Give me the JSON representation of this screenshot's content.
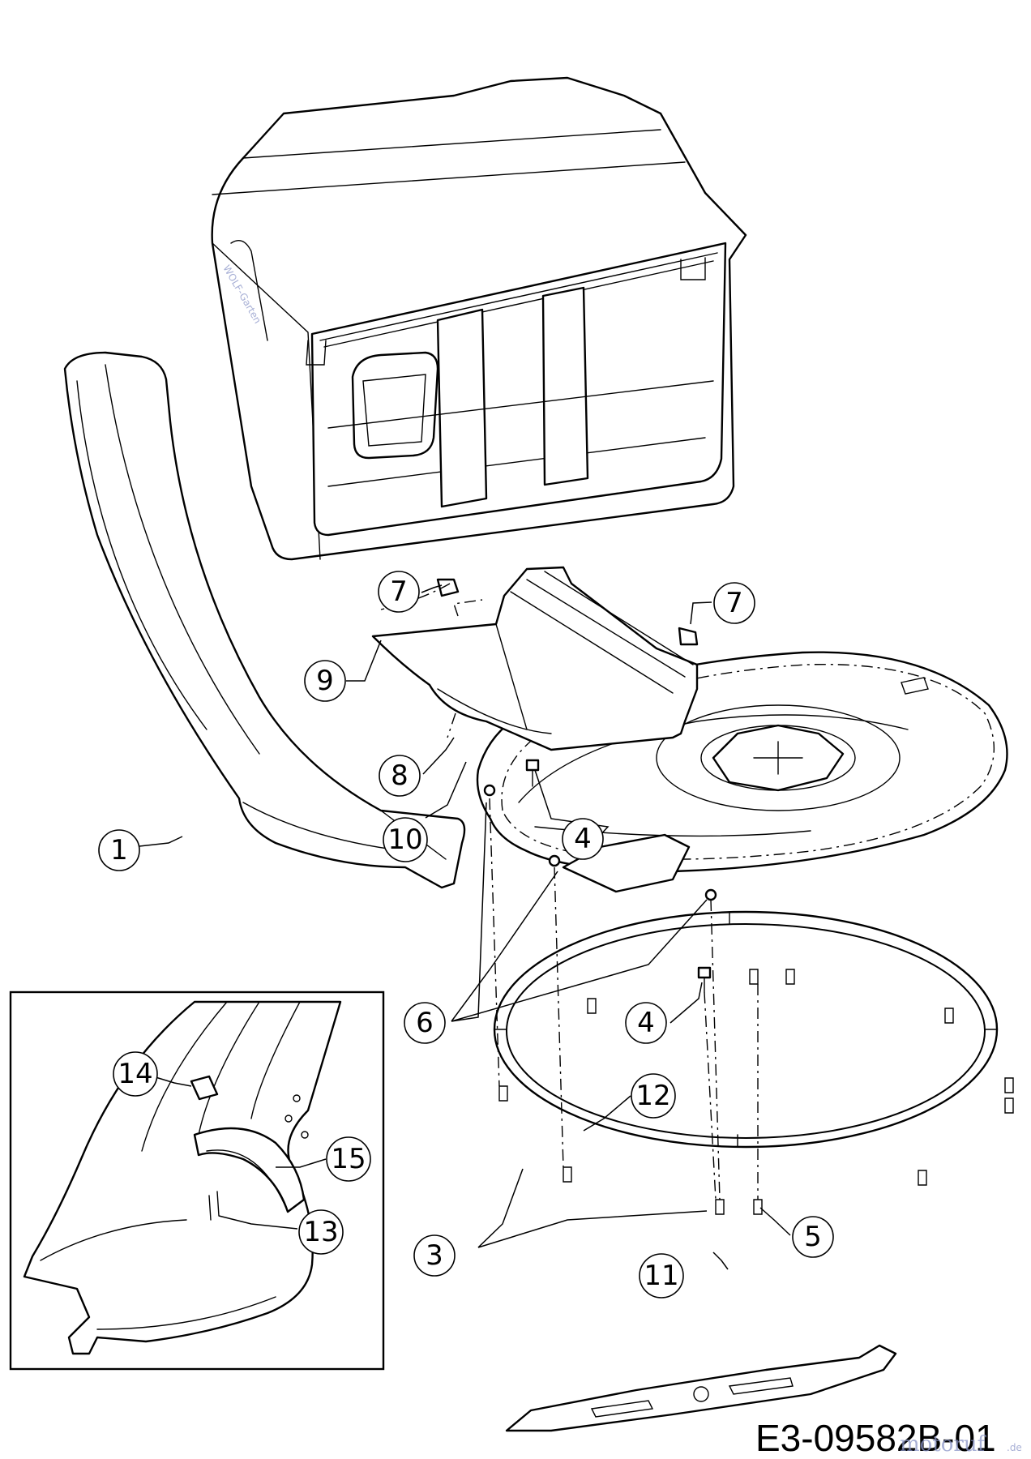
{
  "drawing_code": "E3-09582B-01",
  "watermark": {
    "brand": "motoruf",
    "suffix": ".de"
  },
  "callouts": [
    "1",
    "3",
    "4",
    "4",
    "5",
    "6",
    "7",
    "7",
    "8",
    "9",
    "10",
    "11",
    "12",
    "13",
    "14",
    "15"
  ]
}
